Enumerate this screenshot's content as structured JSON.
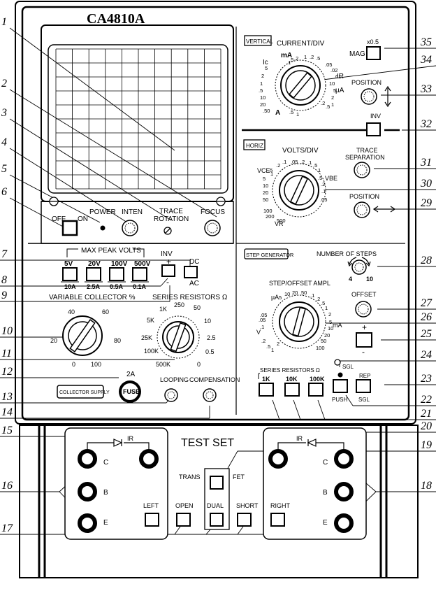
{
  "model": "CA4810A",
  "screen": {
    "grid_cols": 10,
    "grid_rows": 10
  },
  "main": {
    "power_label": "POWER",
    "off_label": "OFF",
    "on_label": "ON",
    "inten_label": "INTEN",
    "trace_rotation_line1": "TRACE",
    "trace_rotation_line2": "ROTATION",
    "focus_label": "FOCUS"
  },
  "collector": {
    "max_peak_volts": "MAX PEAK VOLTS",
    "volts": [
      "5V",
      "20V",
      "100V",
      "500V"
    ],
    "amps": [
      "10A",
      "2.5A",
      "0.5A",
      "0.1A"
    ],
    "inv": "INV",
    "plus": "+",
    "minus": "-",
    "dc": "DC",
    "ac": "AC",
    "variable_collector": "VARIABLE COLLECTOR %",
    "vc_scale": [
      "0",
      "20",
      "40",
      "60",
      "80",
      "100"
    ],
    "series_resistors": "SERIES RESISTORS Ω",
    "sr_scale": [
      "0",
      "0.5",
      "2.5",
      "10",
      "50",
      "250",
      "1K",
      "5K",
      "25K",
      "100K",
      "500K"
    ],
    "fuse_rating": "2A",
    "fuse": "FUSE",
    "looping": "LOOPING",
    "compensation": "COMPENSATION",
    "collector_supply": "COLLECTOR SUPPLY"
  },
  "vertical": {
    "label": "VERTICAL",
    "current_div": "CURRENT/DIV",
    "ma": "mA",
    "ic": "Ic",
    "ir": "IR",
    "ua": "µA",
    "a": "A",
    "mag_x": "x0.5",
    "mag": "MAG",
    "position": "POSITION",
    "inv": "INV"
  },
  "horiz": {
    "label": "HORIZ",
    "volts_div": "VOLTS/DIV",
    "vce": "VCE",
    "vbe": "VBE",
    "vr": "VR",
    "trace_separation_line1": "TRACE",
    "trace_separation_line2": "SEPARATION",
    "position": "POSITION"
  },
  "step": {
    "label": "STEP GENERATOR",
    "number_of_steps": "NUMBER OF STEPS",
    "steps_min": "4",
    "steps_max": "10",
    "step_offset_ampl": "STEP/OFFSET AMPL",
    "offset": "OFFSET",
    "ua": "µA",
    "ma": "mA",
    "v": "V",
    "plus": "+",
    "minus": "-",
    "sgl": "SGL",
    "rep": "REP",
    "push": "PUSH",
    "series_resistors": "SERIES RESISTORS Ω",
    "resistors": [
      "1K",
      "10K",
      "100K"
    ]
  },
  "test_set": {
    "title": "TEST SET",
    "ir": "IR",
    "c": "C",
    "b": "B",
    "e": "E",
    "trans": "TRANS",
    "fet": "FET",
    "dual": "DUAL",
    "left": "LEFT",
    "open": "OPEN",
    "short": "SHORT",
    "right": "RIGHT"
  },
  "callouts": [
    "1",
    "2",
    "3",
    "4",
    "5",
    "6",
    "7",
    "8",
    "9",
    "10",
    "11",
    "12",
    "13",
    "14",
    "15",
    "16",
    "17",
    "18",
    "19",
    "20",
    "21",
    "22",
    "23",
    "24",
    "25",
    "26",
    "27",
    "28",
    "29",
    "30",
    "31",
    "32",
    "33",
    "34",
    "35"
  ]
}
